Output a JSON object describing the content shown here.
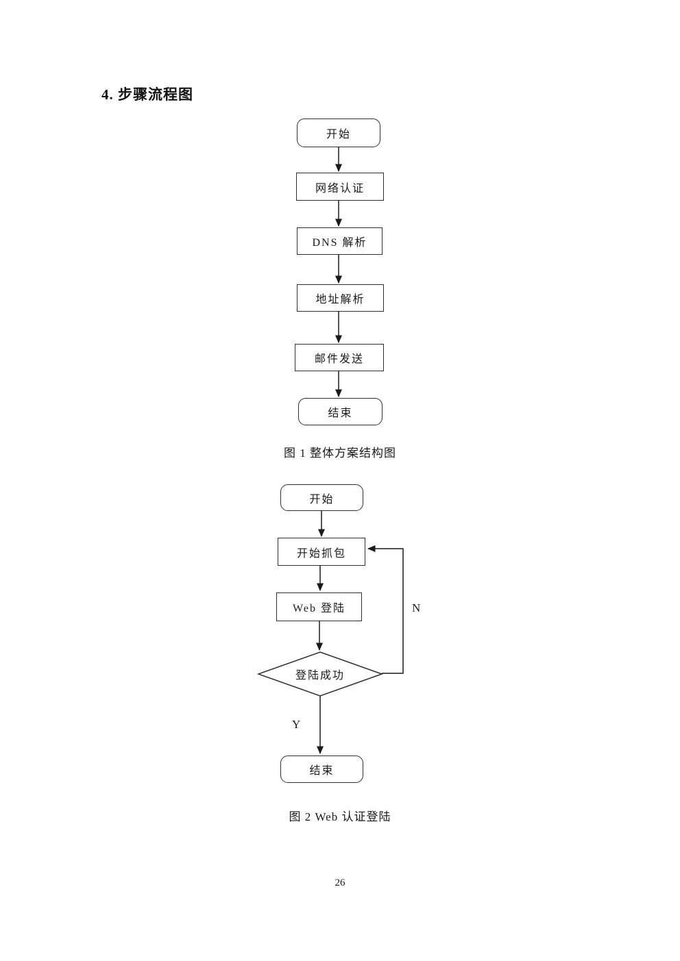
{
  "page": {
    "heading": "4. 步骤流程图",
    "page_number": "26"
  },
  "chart1": {
    "caption": "图 1  整体方案结构图",
    "nodes": {
      "start": "开始",
      "step1": "网络认证",
      "step2": "DNS 解析",
      "step3": "地址解析",
      "step4": "邮件发送",
      "end": "结束"
    }
  },
  "chart2": {
    "caption": "图 2  Web  认证登陆",
    "nodes": {
      "start": "开始",
      "step1": "开始抓包",
      "step2": "Web 登陆",
      "decision": "登陆成功",
      "end": "结束"
    },
    "labels": {
      "no": "N",
      "yes": "Y"
    }
  },
  "colors": {
    "line": "#1a1a1a",
    "box_border": "#2e2e2e",
    "background": "#ffffff"
  }
}
